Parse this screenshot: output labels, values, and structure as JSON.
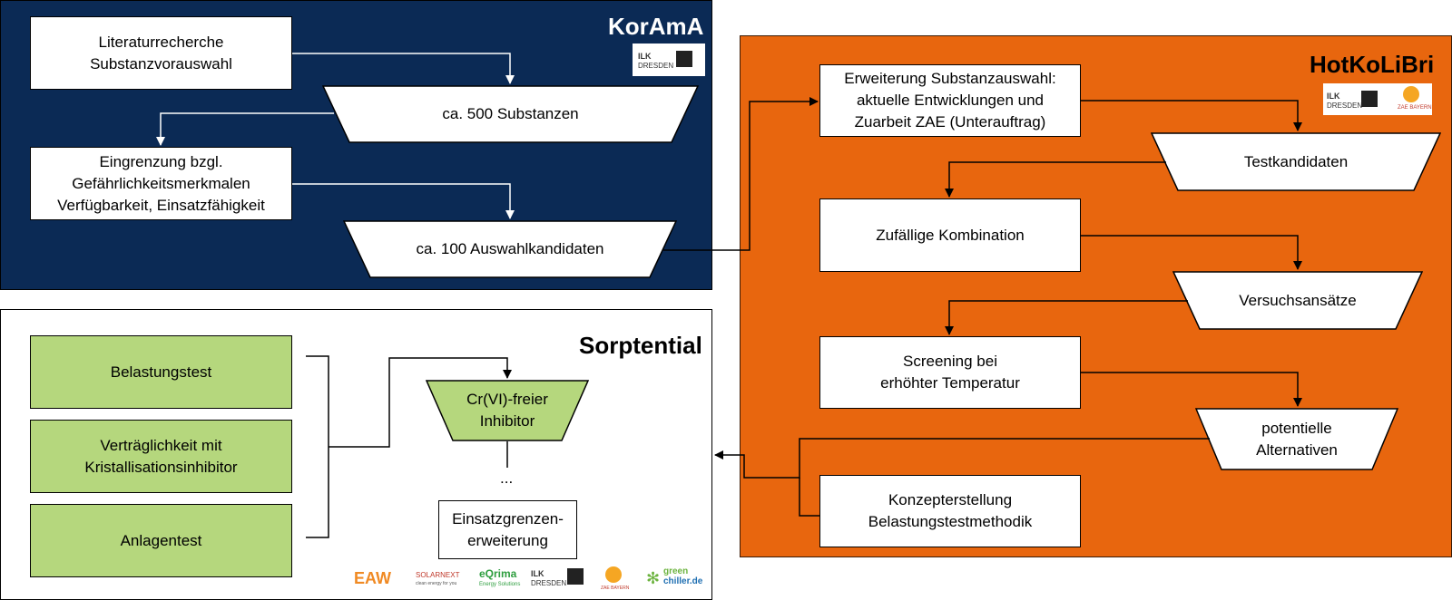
{
  "korama": {
    "title": "KorAmA",
    "box_literature": "Literaturrecherche\nSubstanzvorauswahl",
    "trap_500": "ca. 500 Substanzen",
    "box_eingrenzung": "Eingrenzung bzgl.\nGefährlichkeitsmerkmalen\nVerfügbarkeit, Einsatzfähigkeit",
    "trap_100": "ca. 100 Auswahlkandidaten",
    "logo_ilk": "ILK",
    "logo_ilk_city": "DRESDEN"
  },
  "hotkolibri": {
    "title": "HotKoLiBri",
    "box_erweiterung": "Erweiterung Substanzauswahl:\naktuelle Entwicklungen und\nZuarbeit ZAE (Unterauftrag)",
    "trap_test": "Testkandidaten",
    "box_zufall": "Zufällige Kombination",
    "trap_versuch": "Versuchsansätze",
    "box_screening": "Screening bei\nerhöhter Temperatur",
    "trap_potentiell": "potentielle\nAlternativen",
    "box_konzept": "Konzepterstellung\nBelastungstestmethodik",
    "logo_ilk": "ILK",
    "logo_ilk_city": "DRESDEN",
    "logo_zae": "ZAE BAYERN"
  },
  "sorptential": {
    "title": "Sorptential",
    "box_belastung": "Belastungstest",
    "box_vertraeglich": "Verträglichkeit mit\nKristallisationsinhibitor",
    "box_anlagen": "Anlagentest",
    "trap_inhibitor": "Cr(VI)-freier\nInhibitor",
    "ellipsis": "...",
    "box_einsatz": "Einsatzgrenzen-\nerweiterung",
    "logos": {
      "eaw": "EAW",
      "solarnext": "SOLARNEXT",
      "solarnext_sub": "clean energy for you",
      "eqrima": "eQrima",
      "eqrima_sub": "Energy Solutions",
      "ilk": "ILK",
      "ilk_city": "DRESDEN",
      "zae": "ZAE BAYERN",
      "greenchiller_1": "green",
      "greenchiller_2": "chiller.de"
    }
  },
  "colors": {
    "korama_bg": "#0b2a55",
    "hotkolibri_bg": "#e8660e",
    "green_fill": "#b5d77d",
    "connector": "#000000"
  }
}
